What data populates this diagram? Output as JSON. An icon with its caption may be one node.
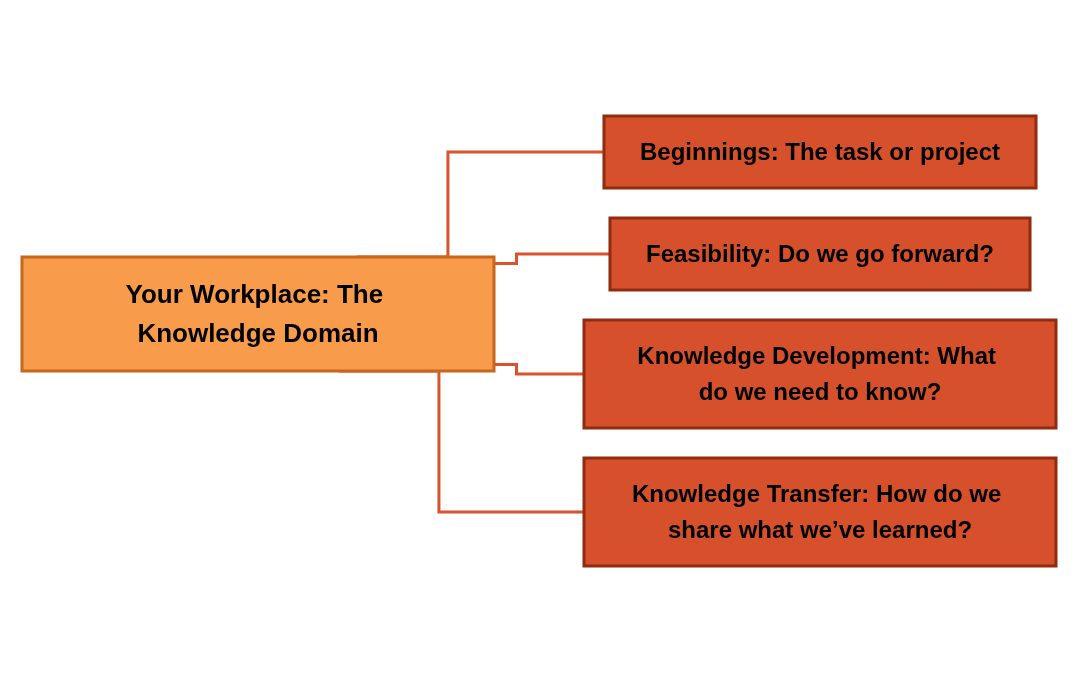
{
  "diagram": {
    "nodes": [
      {
        "text": [
          "Your Workplace: The Knowledge Domain"
        ]
      },
      {
        "text": [
          "Beginnings: The task or project"
        ]
      },
      {
        "text": [
          "Feasibility: Do we go forward?"
        ]
      },
      {
        "text": [
          "Knowledge Development: What do we need to know?"
        ]
      },
      {
        "text": [
          "Knowledge Transfer: How do we share what we’ve learned?"
        ]
      }
    ],
    "edges": [
      {
        "from": 0,
        "to": 1,
        "arrow": "none"
      },
      {
        "from": 0,
        "to": 2,
        "arrow": "none"
      },
      {
        "from": 0,
        "to": 3,
        "arrow": "none"
      },
      {
        "from": 0,
        "to": 4,
        "arrow": "none"
      }
    ]
  }
}
